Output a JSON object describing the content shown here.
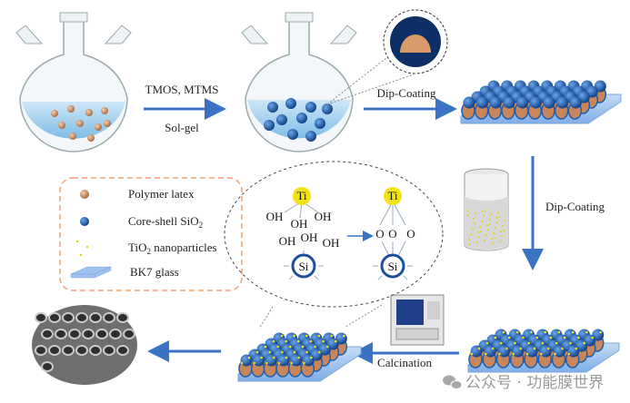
{
  "steps": {
    "step1_top": "TMOS, MTMS",
    "step1_bottom": "Sol-gel",
    "step2": "Dip-Coating",
    "step3": "Dip-Coating",
    "step4": "Calcination"
  },
  "legend": {
    "items": [
      {
        "label": "Polymer latex",
        "sub": "",
        "tail": ""
      },
      {
        "label": "Core-shell SiO",
        "sub": "2",
        "tail": ""
      },
      {
        "label": "TiO",
        "sub": "2",
        "tail": " nanoparticles"
      },
      {
        "label": "BK7 glass",
        "sub": "",
        "tail": ""
      }
    ]
  },
  "reaction": {
    "ti": "Ti",
    "si": "Si",
    "oh": "OH",
    "o": "O"
  },
  "watermark": "公众号 · 功能膜世界",
  "colors": {
    "polymer": "#c8865a",
    "silica": "#1f5fae",
    "tio2": "#f2e21a",
    "glass": "#9ec3ee",
    "arrow": "#3a72c4",
    "legend_border": "#f0a070"
  }
}
